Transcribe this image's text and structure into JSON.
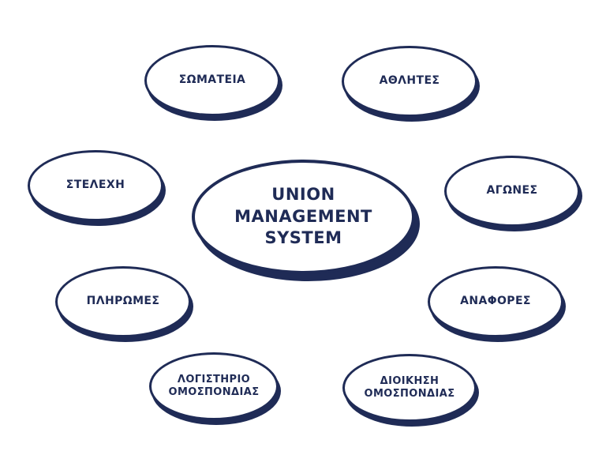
{
  "colors": {
    "ink": "#1f2b56",
    "node_fill": "#ffffff",
    "background": "#ffffff"
  },
  "diagram": {
    "center": {
      "label": "UNION MANAGEMENT SYSTEM",
      "lines": [
        "UNION",
        "MANAGEMENT",
        "SYSTEM"
      ]
    },
    "nodes": [
      {
        "label": "ΣΩΜΑΤΕΙΑ"
      },
      {
        "label": "ΑΘΛΗΤΕΣ"
      },
      {
        "label": "ΣΤΕΛΕΧΗ"
      },
      {
        "label": "ΑΓΩΝΕΣ"
      },
      {
        "label": "ΠΛΗΡΩΜΕΣ"
      },
      {
        "label": "ΑΝΑΦΟΡΕΣ"
      },
      {
        "label": "ΛΟΓΙΣΤΗΡΙΟ ΟΜΟΣΠΟΝΔΙΑΣ"
      },
      {
        "label": "ΔΙΟΙΚΗΣΗ ΟΜΟΣΠΟΝΔΙΑΣ"
      }
    ]
  }
}
